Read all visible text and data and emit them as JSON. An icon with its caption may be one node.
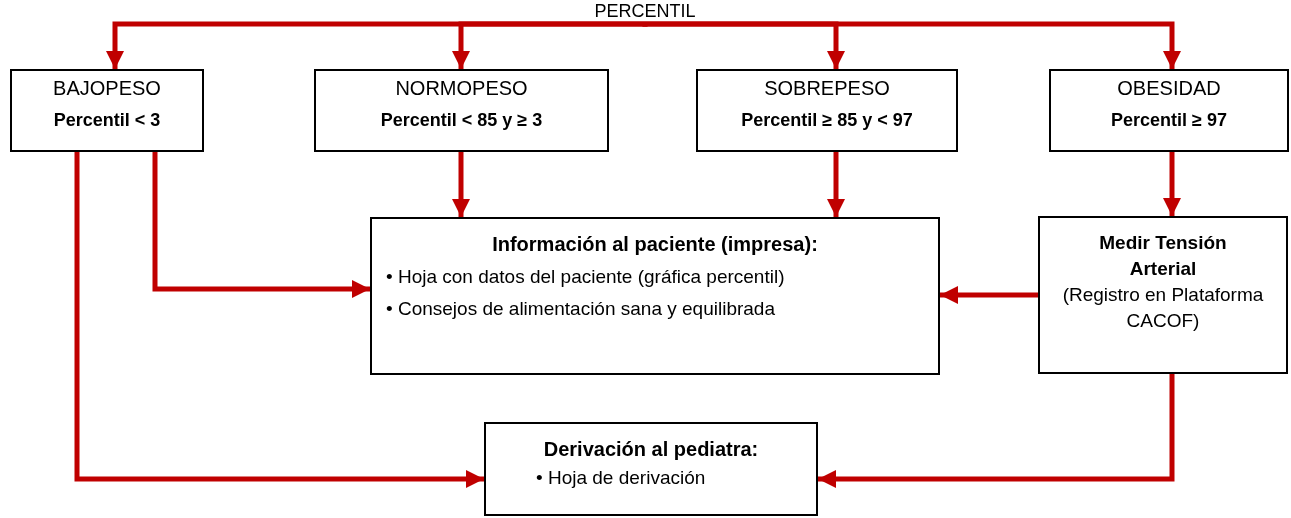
{
  "diagram": {
    "nodes": [
      {
        "text": [
          "PERCENTIL"
        ]
      },
      {
        "text": [
          "BAJOPESO",
          "Percentil < 3"
        ]
      },
      {
        "text": [
          "NORMOPESO",
          "Percentil < 85 y ≥ 3"
        ]
      },
      {
        "text": [
          "SOBREPESO",
          "Percentil ≥ 85 y < 97"
        ]
      },
      {
        "text": [
          "OBESIDAD",
          "Percentil ≥ 97"
        ]
      },
      {
        "text": [
          "Información al paciente (impresa):",
          "• Hoja con datos del paciente (gráfica percentil)",
          "• Consejos de alimentación sana y equilibrada"
        ]
      },
      {
        "text": [
          "Medir Tensión Arterial",
          "(Registro en Plataforma CACOF)"
        ]
      },
      {
        "text": [
          "Derivación al pediatra:",
          "• Hoja de derivación"
        ]
      }
    ],
    "edges": [
      {
        "from": 0,
        "to": 1,
        "arrow": "to"
      },
      {
        "from": 0,
        "to": 2,
        "arrow": "to"
      },
      {
        "from": 0,
        "to": 3,
        "arrow": "to"
      },
      {
        "from": 0,
        "to": 4,
        "arrow": "to"
      },
      {
        "from": 1,
        "to": 5,
        "arrow": "to"
      },
      {
        "from": 1,
        "to": 7,
        "arrow": "to"
      },
      {
        "from": 2,
        "to": 5,
        "arrow": "to"
      },
      {
        "from": 3,
        "to": 5,
        "arrow": "to"
      },
      {
        "from": 4,
        "to": 6,
        "arrow": "to"
      },
      {
        "from": 6,
        "to": 5,
        "arrow": "to"
      },
      {
        "from": 6,
        "to": 7,
        "arrow": "to"
      }
    ]
  }
}
